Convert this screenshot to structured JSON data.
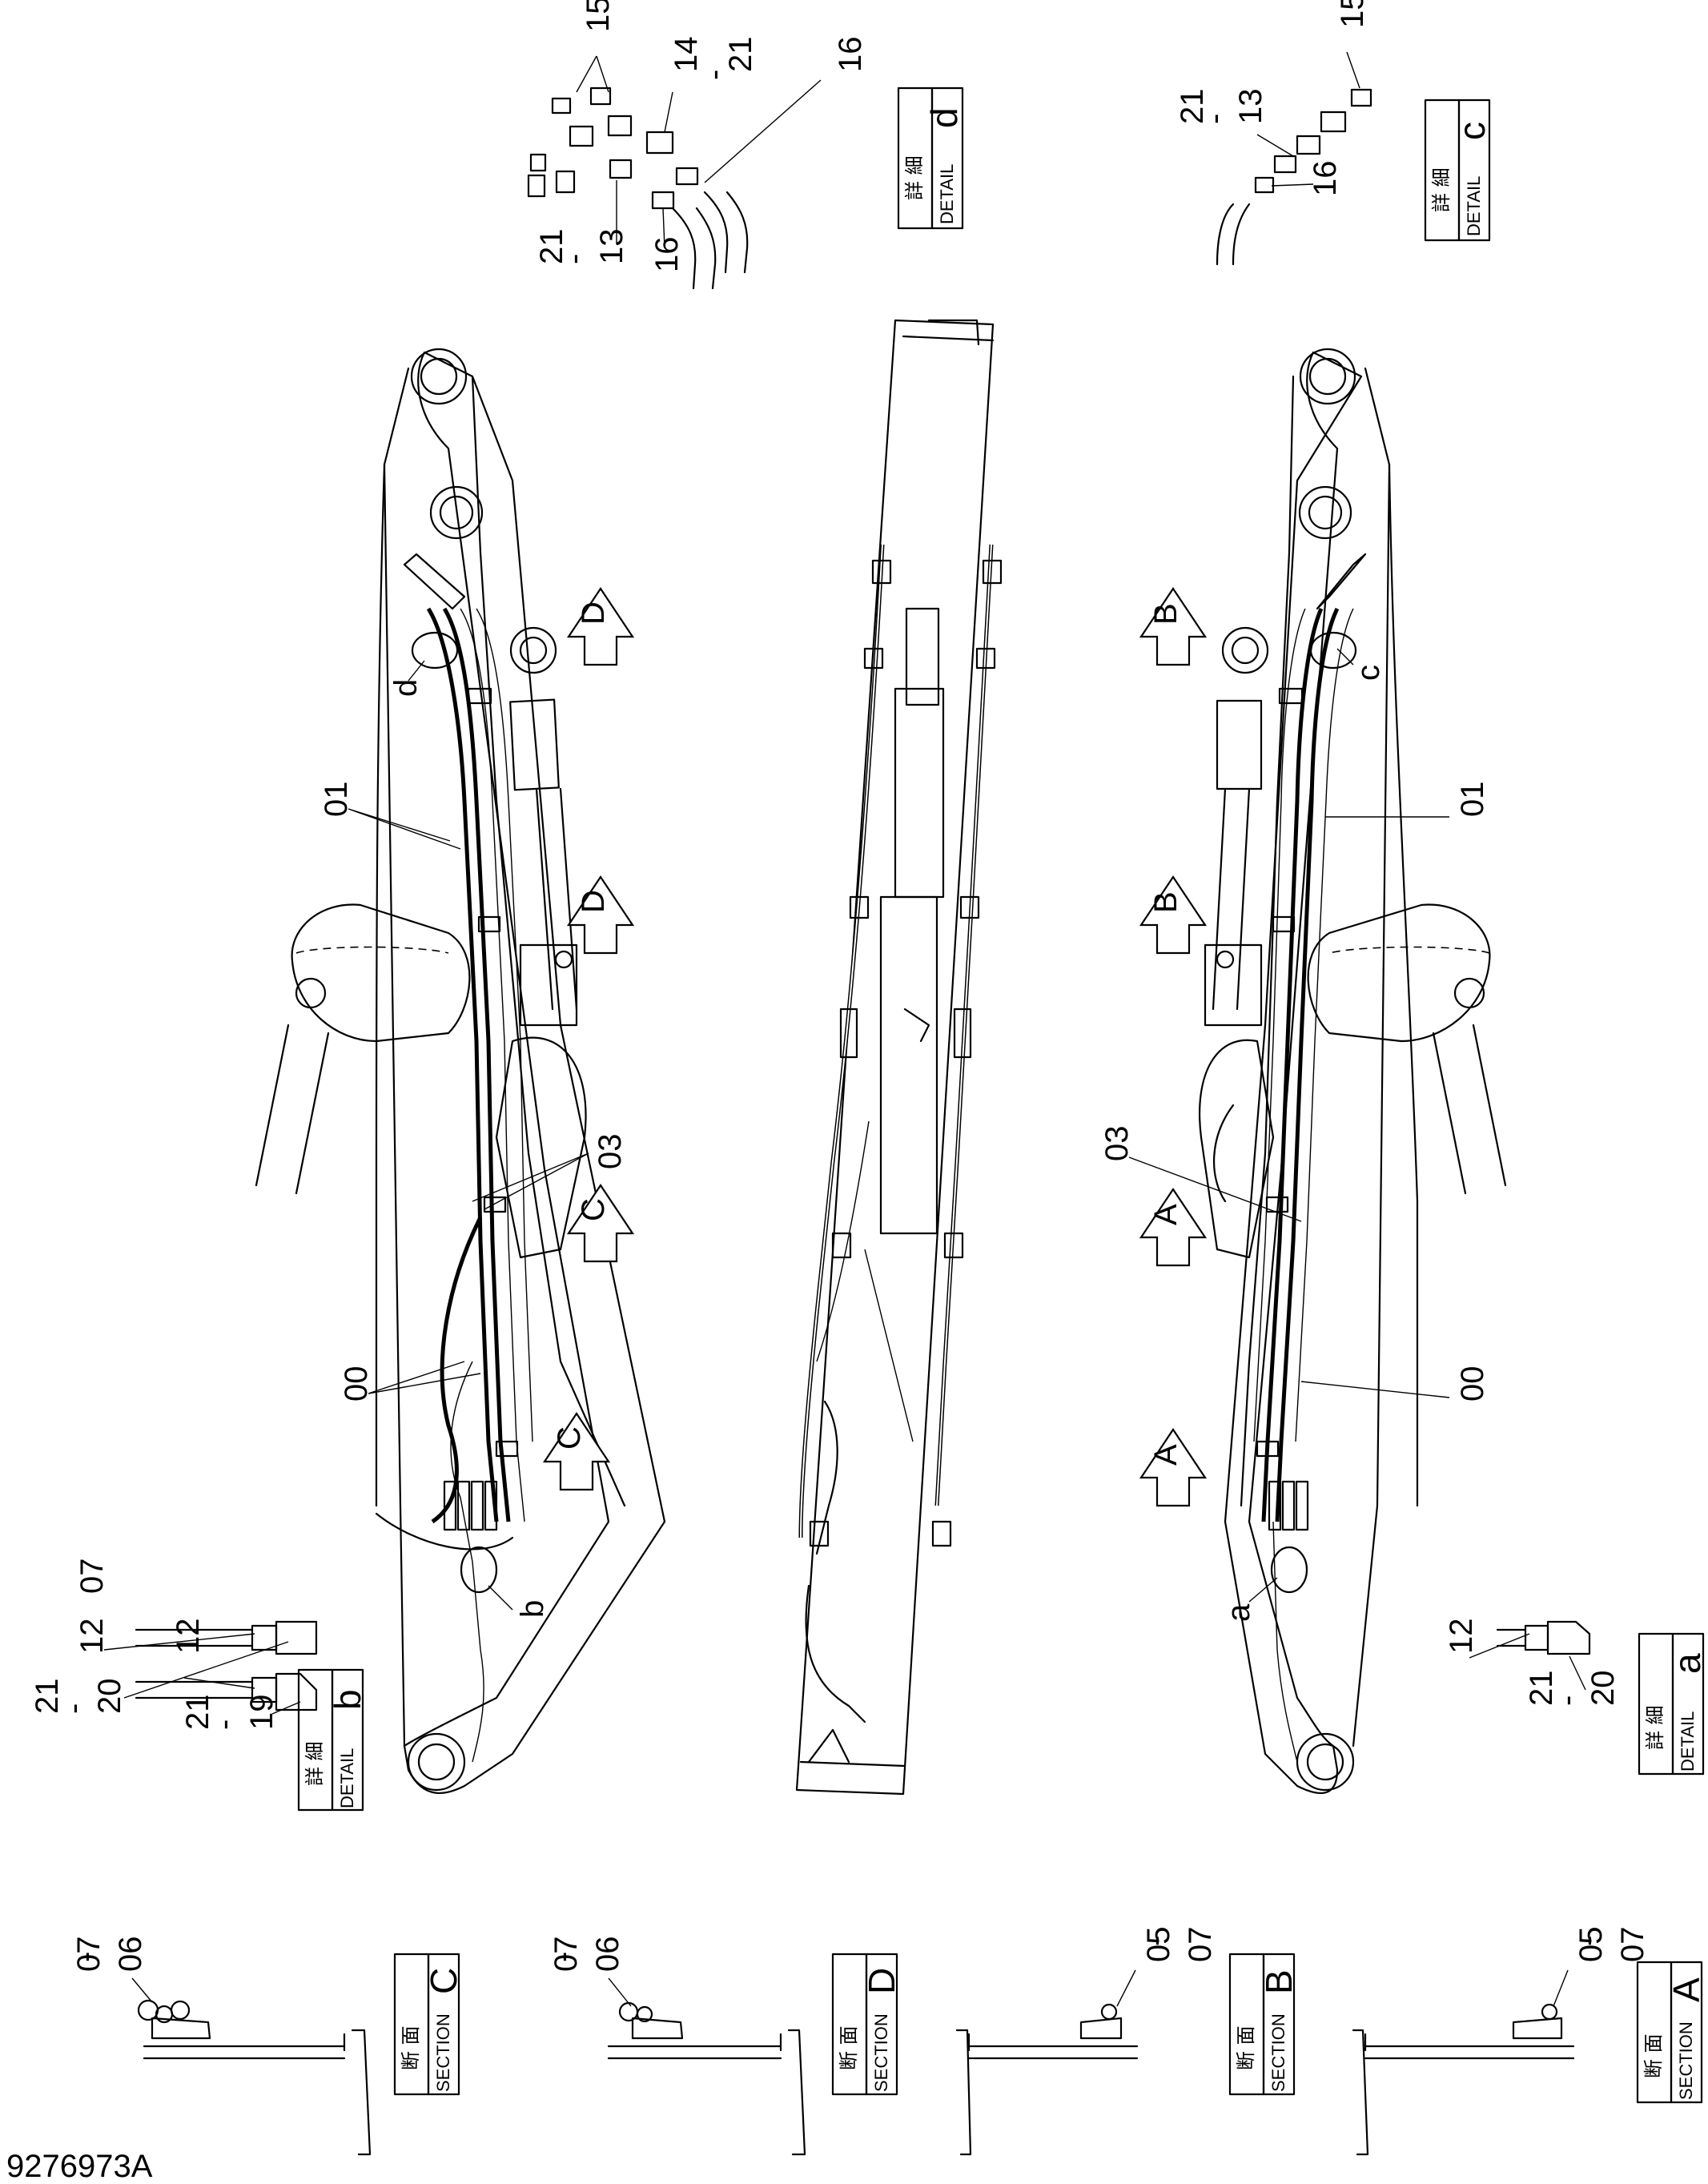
{
  "drawing_number": "9276973A",
  "boxes": {
    "detail_d": {
      "jp": "詳 細",
      "en": "DETAIL",
      "letter": "d"
    },
    "detail_c": {
      "jp": "詳 細",
      "en": "DETAIL",
      "letter": "c"
    },
    "detail_b": {
      "jp": "詳 細",
      "en": "DETAIL",
      "letter": "b"
    },
    "detail_a": {
      "jp": "詳 細",
      "en": "DETAIL",
      "letter": "a"
    },
    "section_c": {
      "jp": "断 面",
      "en": "SECTION",
      "letter": "C"
    },
    "section_d": {
      "jp": "断 面",
      "en": "SECTION",
      "letter": "D"
    },
    "section_b": {
      "jp": "断 面",
      "en": "SECTION",
      "letter": "B"
    },
    "section_a": {
      "jp": "断 面",
      "en": "SECTION",
      "letter": "A"
    }
  },
  "callouts": {
    "d_15": "15",
    "d_14": "14",
    "d_21a": "21",
    "d_16a": "16",
    "d_21b": "21",
    "d_13": "13",
    "d_16b": "16",
    "c_15": "15",
    "c_21": "21",
    "c_13": "13",
    "c_16": "16",
    "b_12a": "12",
    "b_12b": "12",
    "b_21a": "21",
    "b_20": "20",
    "b_21b": "21",
    "b_19": "19",
    "a_12": "12",
    "a_21": "21",
    "a_20": "20",
    "left_01": "01",
    "left_03": "03",
    "left_00": "00",
    "left_d": "d",
    "left_b": "b",
    "right_01": "01",
    "right_03": "03",
    "right_00": "00",
    "right_c": "c",
    "right_a": "a",
    "sec_c_07": "07",
    "sec_c_06": "06",
    "sec_d_07": "07",
    "sec_d_06": "06",
    "sec_b_05": "05",
    "sec_b_07": "07",
    "sec_a_05": "05",
    "sec_a_07": "07",
    "dash": "-"
  },
  "view_arrows": {
    "left_top": "D",
    "left_mid": "D",
    "left_c1": "C",
    "left_c2": "C",
    "right_top": "B",
    "right_mid": "B",
    "right_a1": "A",
    "right_a2": "A"
  }
}
